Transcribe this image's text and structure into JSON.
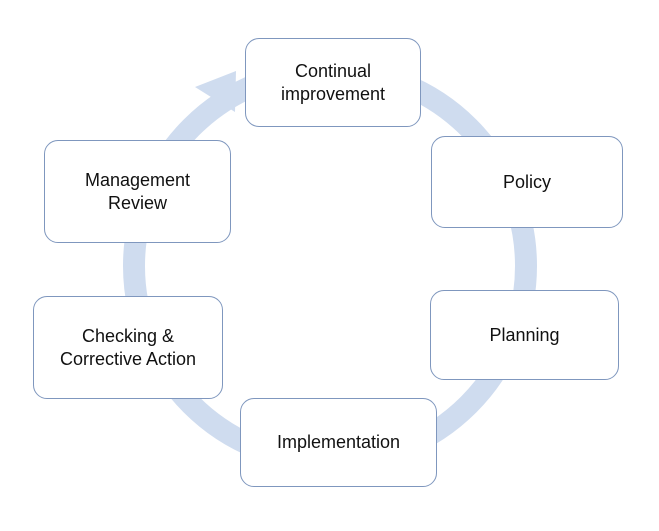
{
  "diagram": {
    "type": "cycle",
    "colors": {
      "ring": "#cfdcef",
      "box_border": "#7f97be",
      "box_fill": "#ffffff",
      "text": "#111111"
    },
    "steps": [
      {
        "label": "Continual\nimprovement"
      },
      {
        "label": "Policy"
      },
      {
        "label": "Planning"
      },
      {
        "label": "Implementation"
      },
      {
        "label": "Checking &\nCorrective Action"
      },
      {
        "label": "Management\nReview"
      }
    ]
  }
}
